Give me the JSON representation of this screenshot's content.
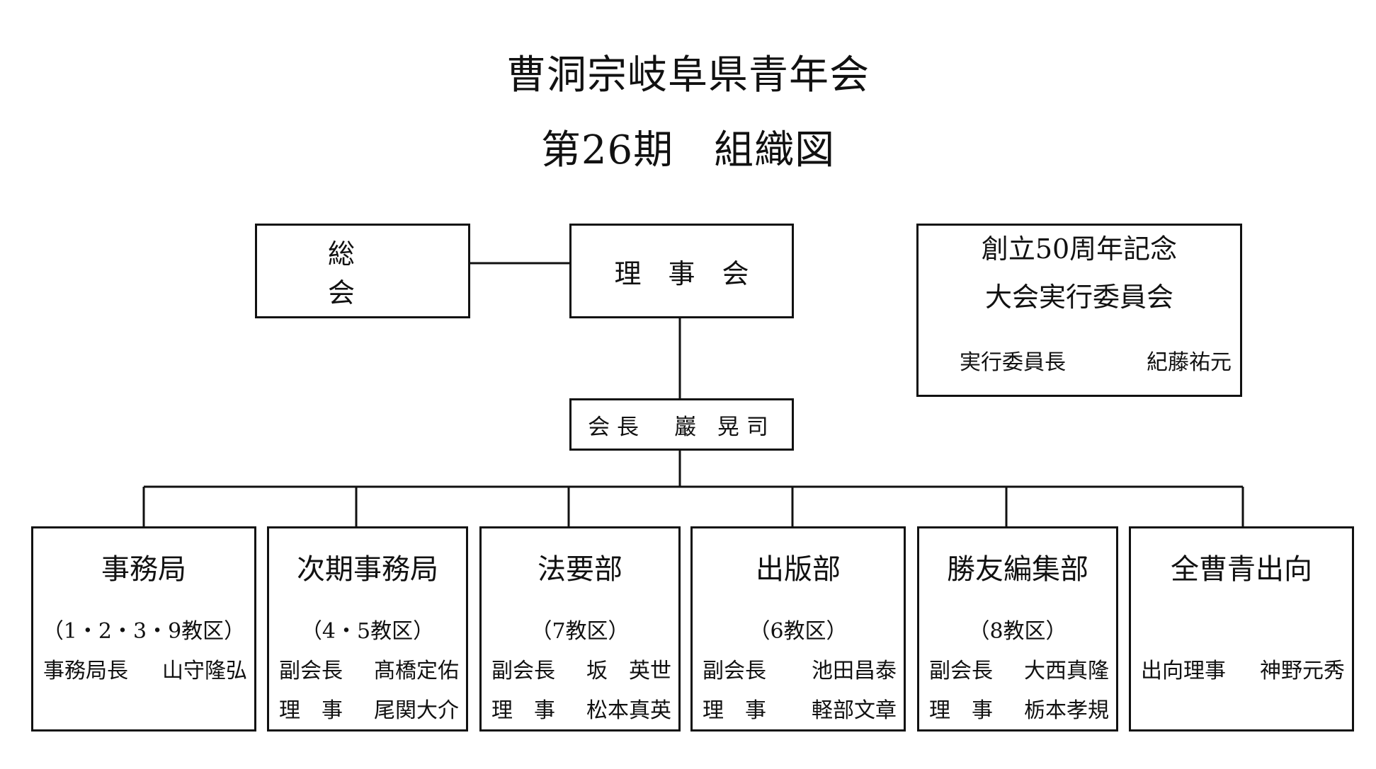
{
  "title": {
    "line1": "曹洞宗岐阜県青年会",
    "line2": "第26期　組織図"
  },
  "general_assembly": {
    "label": "総会"
  },
  "board": {
    "label": "理事会"
  },
  "president": {
    "role": "会長",
    "name": "巖 晃司"
  },
  "committee": {
    "title_line1": "創立50周年記念",
    "title_line2": "大会実行委員会",
    "chair_role": "実行委員長",
    "chair_name": "紀藤祐元"
  },
  "departments": [
    {
      "name": "事務局",
      "districts": "（1・2・3・9教区）",
      "members": [
        {
          "role": "事務局長",
          "name": "山守隆弘"
        }
      ]
    },
    {
      "name": "次期事務局",
      "districts": "（4・5教区）",
      "members": [
        {
          "role": "副会長",
          "name": "髙橋定佑"
        },
        {
          "role": "理　事",
          "name": "尾関大介"
        }
      ]
    },
    {
      "name": "法要部",
      "districts": "（7教区）",
      "members": [
        {
          "role": "副会長",
          "name": "坂　英世"
        },
        {
          "role": "理　事",
          "name": "松本真英"
        }
      ]
    },
    {
      "name": "出版部",
      "districts": "（6教区）",
      "members": [
        {
          "role": "副会長",
          "name": "池田昌泰"
        },
        {
          "role": "理　事",
          "name": "軽部文章"
        }
      ]
    },
    {
      "name": "勝友編集部",
      "districts": "（8教区）",
      "members": [
        {
          "role": "副会長",
          "name": "大西真隆"
        },
        {
          "role": "理　事",
          "name": "栃本孝規"
        }
      ]
    },
    {
      "name": "全曹青出向",
      "districts": "",
      "members": [
        {
          "role": "出向理事",
          "name": "神野元秀"
        }
      ]
    }
  ]
}
